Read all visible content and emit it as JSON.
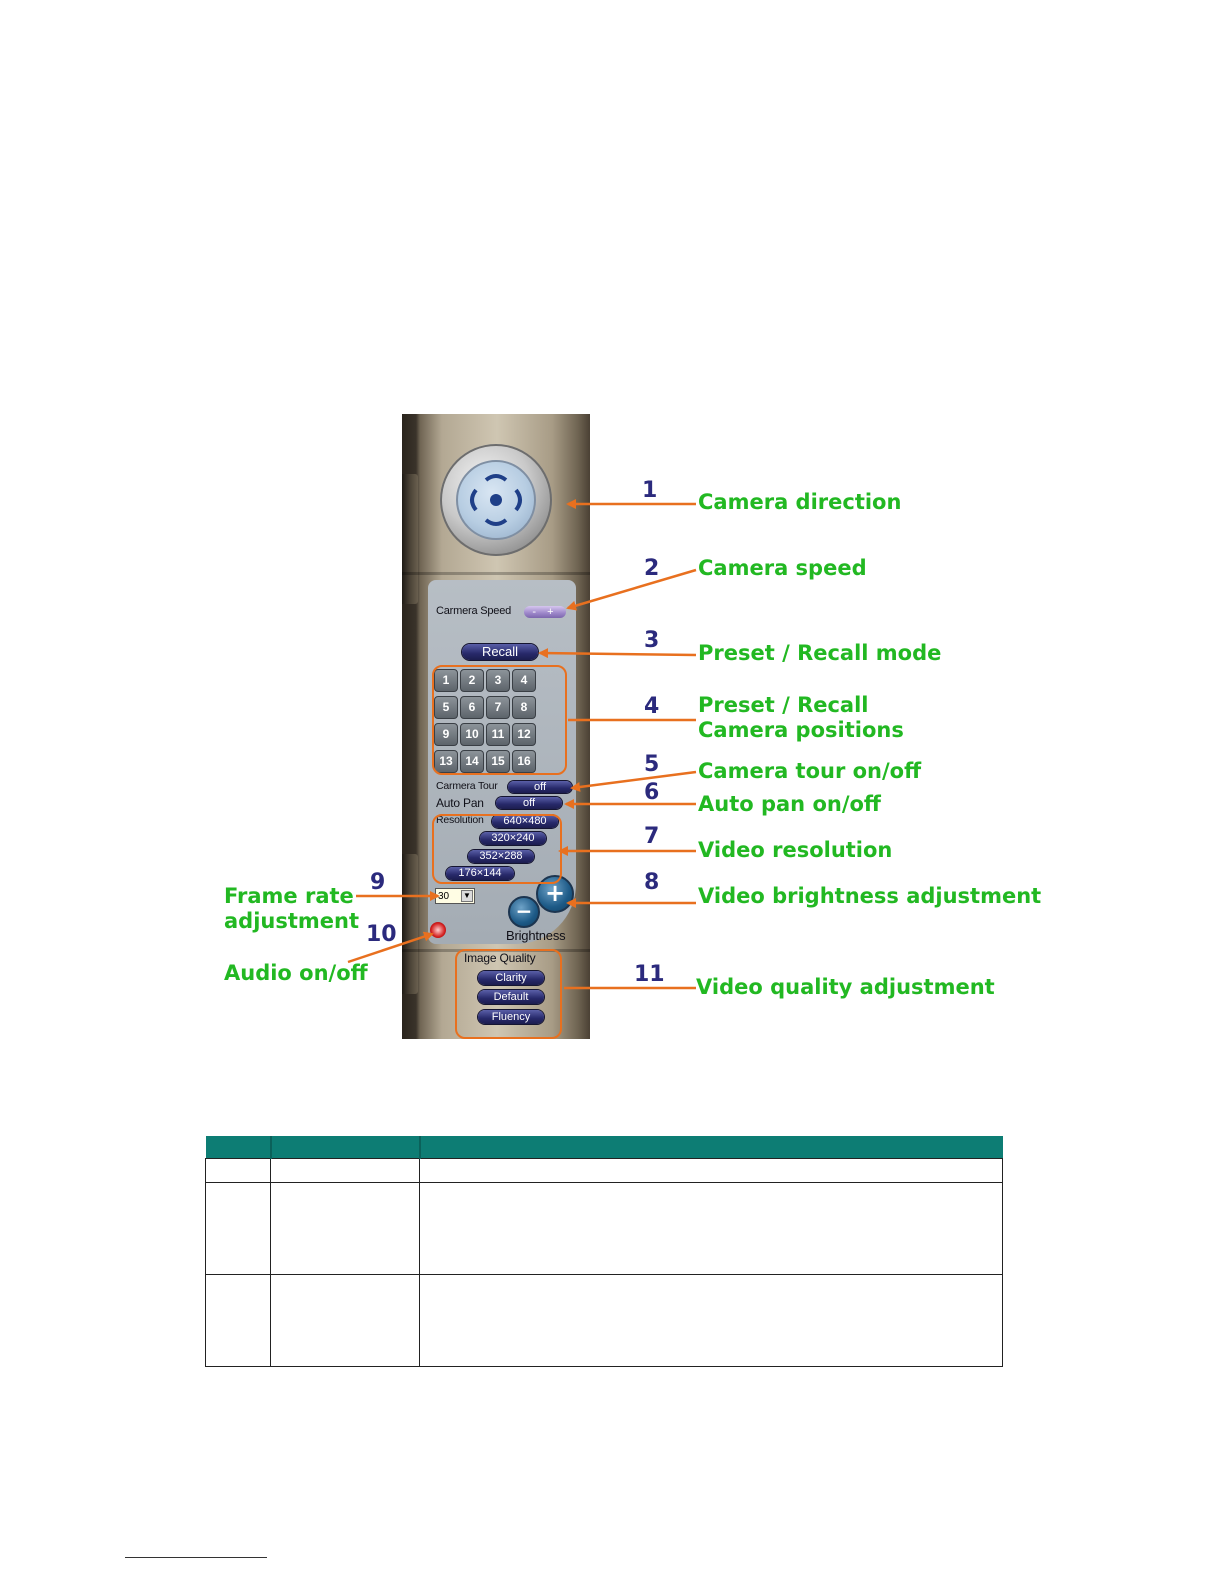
{
  "panel": {
    "camera_speed_label": "Carmera Speed",
    "camera_speed_control": "- +",
    "recall_button": "Recall",
    "preset_buttons": [
      "1",
      "2",
      "3",
      "4",
      "5",
      "6",
      "7",
      "8",
      "9",
      "10",
      "11",
      "12",
      "13",
      "14",
      "15",
      "16"
    ],
    "camera_tour_label": "Carmera Tour",
    "camera_tour_value": "off",
    "auto_pan_label": "Auto Pan",
    "auto_pan_value": "off",
    "resolution_label": "Resolution",
    "resolutions": [
      "640×480",
      "320×240",
      "352×288",
      "176×144"
    ],
    "frame_rate_value": "30",
    "brightness_label": "Brightness",
    "brightness_minus": "−",
    "brightness_plus": "+",
    "image_quality_label": "Image Quality",
    "image_quality_options": [
      "Clarity",
      "Default",
      "Fluency"
    ]
  },
  "callouts": [
    {
      "num": "1",
      "text": "Camera direction"
    },
    {
      "num": "2",
      "text": "Camera speed"
    },
    {
      "num": "3",
      "text": "Preset / Recall mode"
    },
    {
      "num": "4",
      "text": "Preset / Recall\nCamera positions"
    },
    {
      "num": "5",
      "text": "Camera tour on/off"
    },
    {
      "num": "6",
      "text": "Auto pan on/off"
    },
    {
      "num": "7",
      "text": "Video resolution"
    },
    {
      "num": "8",
      "text": "Video brightness adjustment"
    },
    {
      "num": "9",
      "text": "Frame rate\nadjustment"
    },
    {
      "num": "10",
      "text": "Audio on/off"
    },
    {
      "num": "11",
      "text": "Video quality adjustment"
    }
  ],
  "colors": {
    "callout_number": "#2b2a7d",
    "callout_text": "#22b822",
    "callout_arrow": "#e8701f",
    "table_header": "#0d7d74"
  }
}
